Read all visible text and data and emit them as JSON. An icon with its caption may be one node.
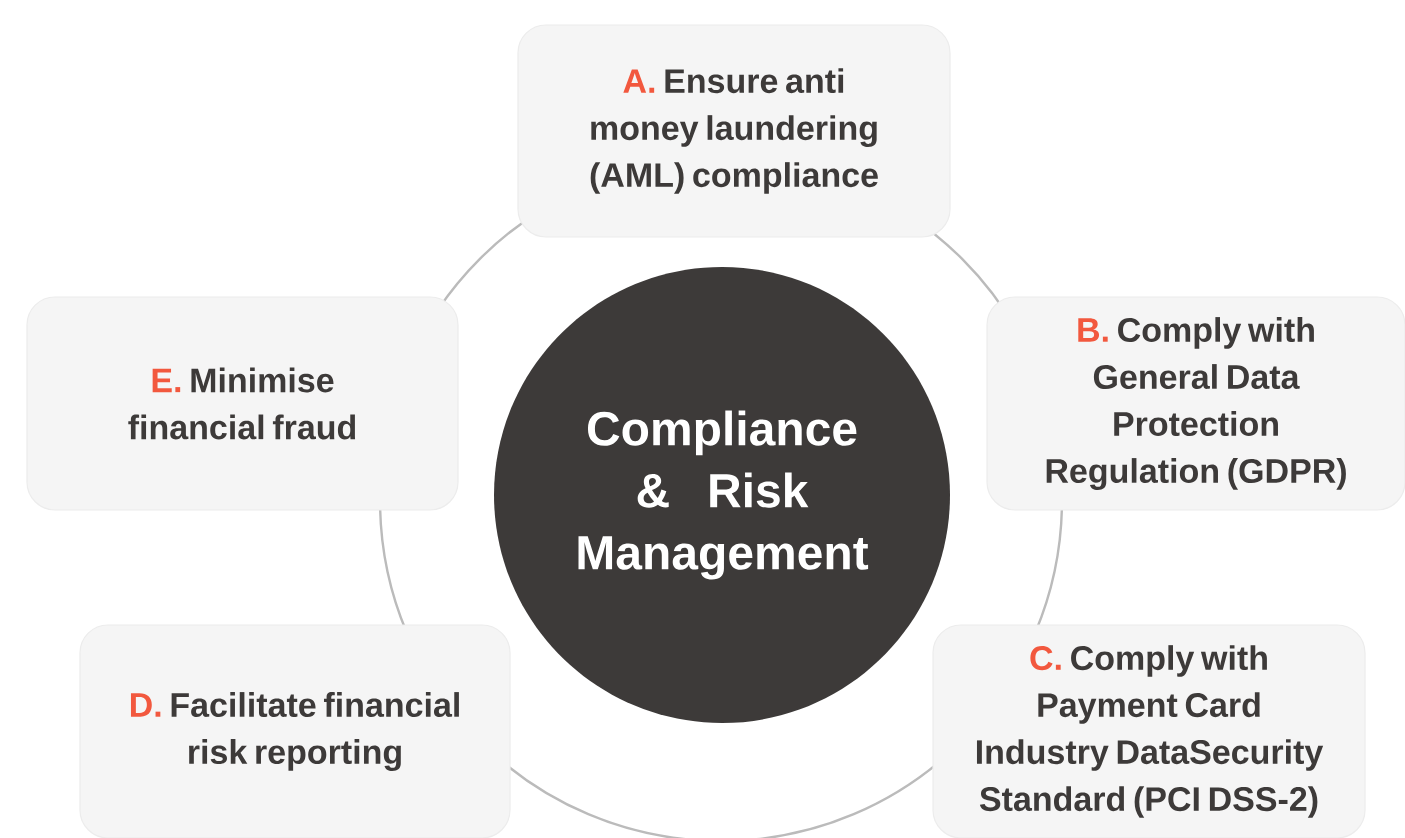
{
  "diagram": {
    "nodes": [
      {
        "text": [
          "Compliance & Risk Management"
        ]
      },
      {
        "text": [
          "A.",
          "Ensure anti money laundering (AML) compliance"
        ]
      },
      {
        "text": [
          "B.",
          "Comply with General Data Protection Regulation (GDPR)"
        ]
      },
      {
        "text": [
          "C.",
          "Comply with Payment Card Industry DataSecurity Standard (PCI DSS-2)"
        ]
      },
      {
        "text": [
          "D.",
          "Facilitate financial risk reporting"
        ]
      },
      {
        "text": [
          "E.",
          "Minimise financial fraud"
        ]
      }
    ]
  }
}
